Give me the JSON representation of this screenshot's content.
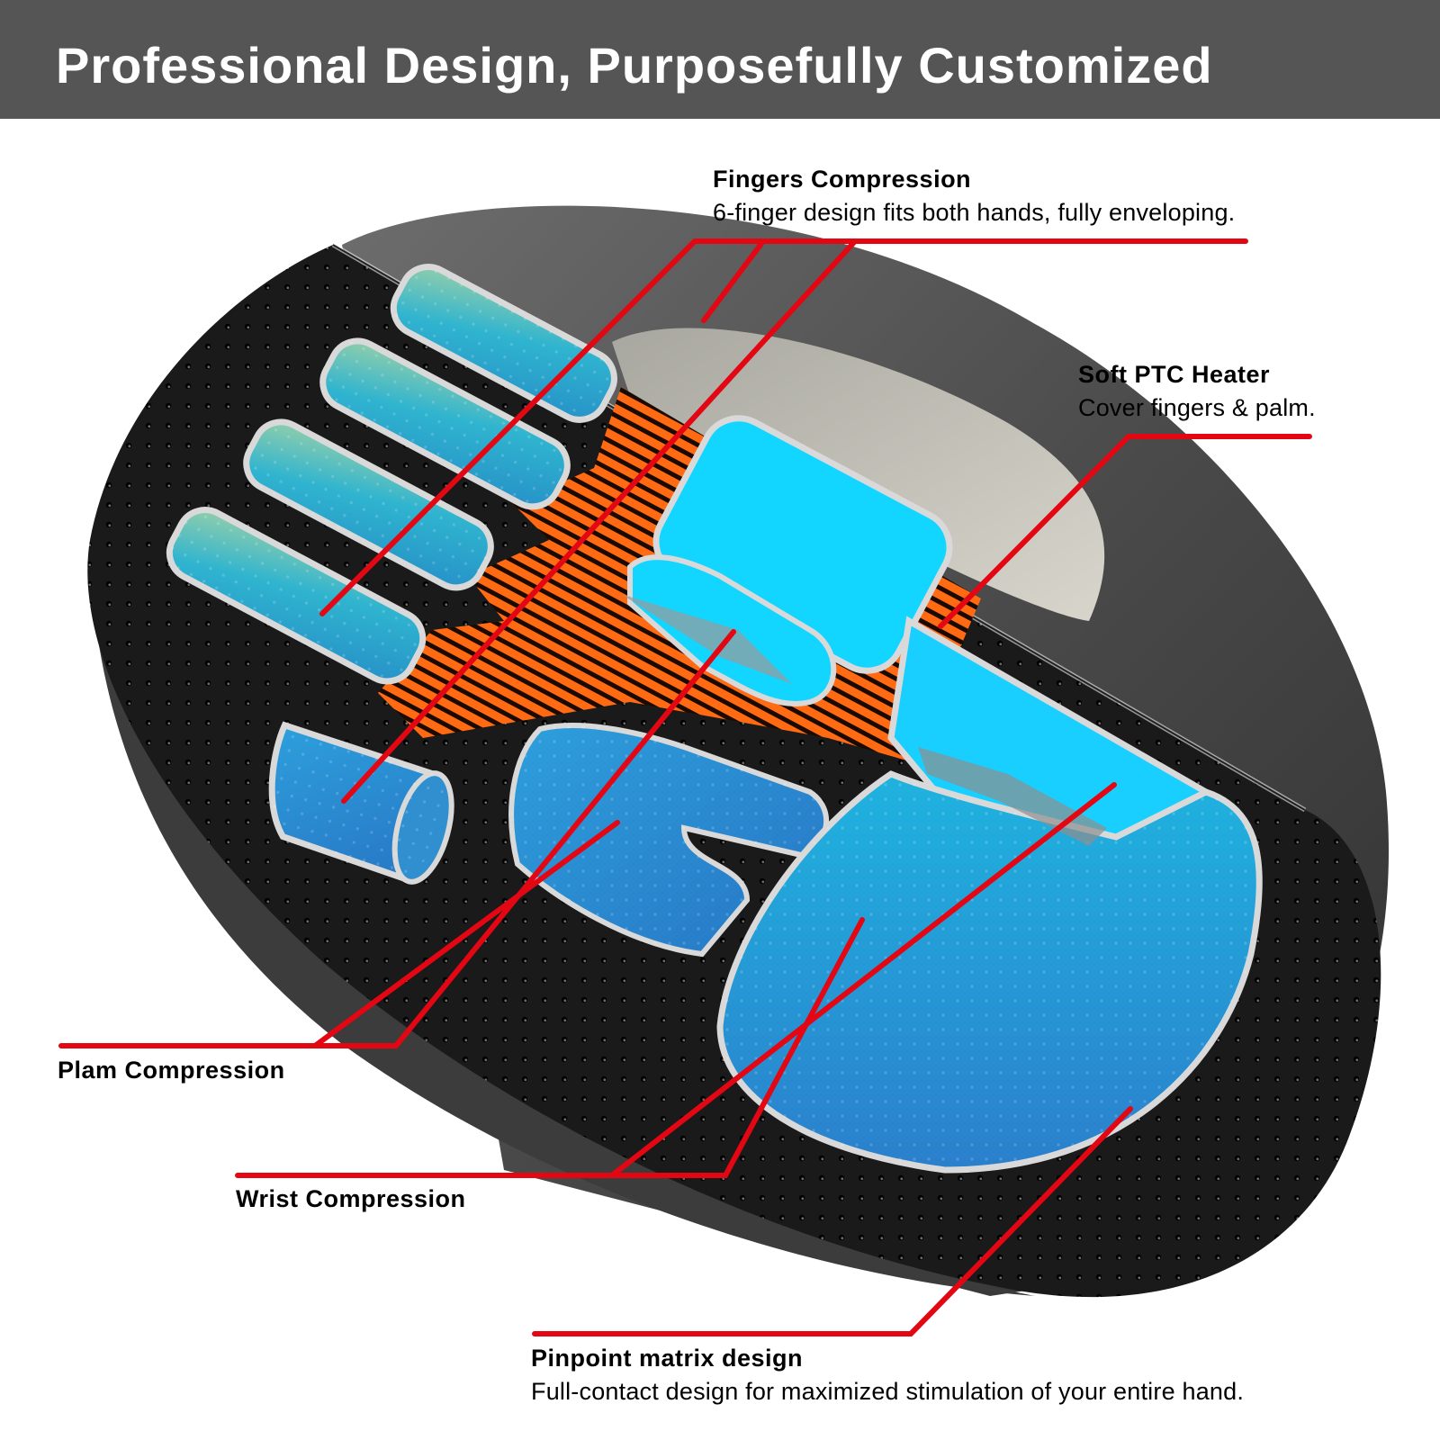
{
  "header": {
    "title": "Professional Design, Purposefully Customized"
  },
  "callouts": {
    "fingers": {
      "title": "Fingers Compression",
      "description": "6-finger design fits both hands, fully enveloping."
    },
    "heater": {
      "title": "Soft PTC Heater",
      "description": "Cover fingers & palm."
    },
    "palm": {
      "title": "Plam Compression"
    },
    "wrist": {
      "title": "Wrist Compression"
    },
    "matrix": {
      "title": "Pinpoint matrix design",
      "description": "Full-contact design for maximized stimulation of your entire hand."
    }
  },
  "colors": {
    "banner": "#555556",
    "leader_line": "#e30613",
    "airbag_blue": "#1fa9e1",
    "airbag_cyan": "#12d6ff",
    "heater_orange": "#ff6a1a",
    "device_black": "#1b1b1b",
    "device_shell": "#5b5b5b"
  },
  "icons": {
    "illustration": "hand-massager-cutaway-illustration"
  }
}
